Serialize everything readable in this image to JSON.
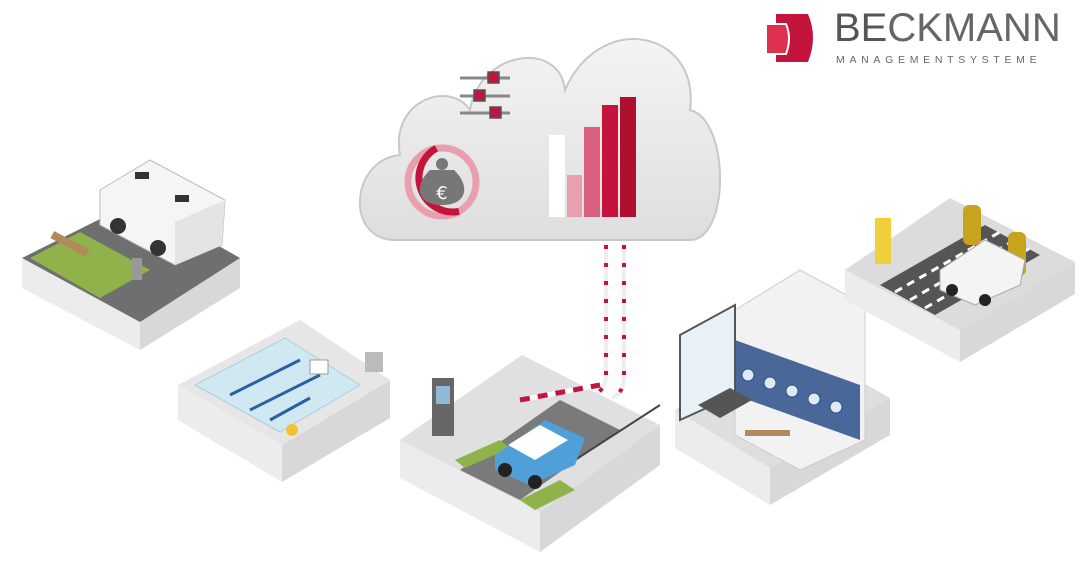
{
  "logo": {
    "name": "BECKMANN",
    "name_bold_part": "BE",
    "name_rest": "CKMANN",
    "tagline": "MANAGEMENTSYSTEME"
  },
  "colors": {
    "brand_red": "#c4143c",
    "light_red": "#e8a0b0",
    "mid_red": "#d9607e",
    "ground": "#dcdcdc",
    "side": "#cfcfcf",
    "grass": "#8fb24a",
    "water": "#cfe8f2"
  },
  "scenes": [
    "camper-site",
    "swimming-pool",
    "parking",
    "laundry",
    "car-wash"
  ],
  "cloud": {
    "icons": [
      "sliders-icon",
      "money-bag-icon",
      "bar-chart-icon"
    ],
    "currency_symbol": "€"
  }
}
